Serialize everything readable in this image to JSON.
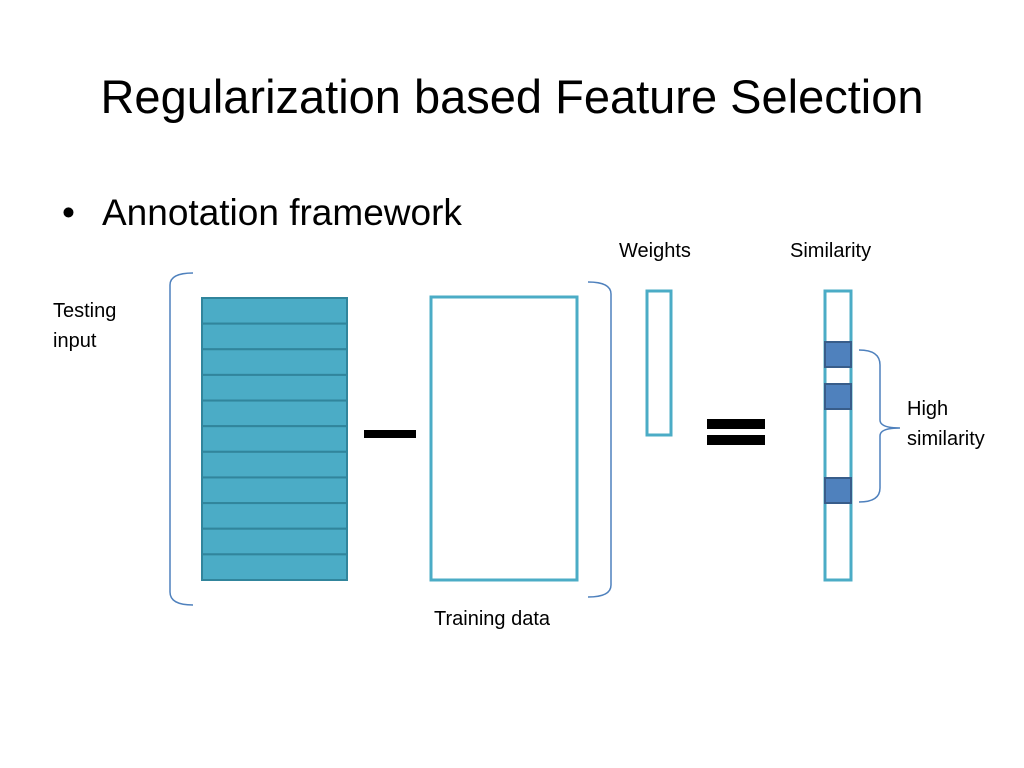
{
  "slide": {
    "title": "Regularization based Feature Selection",
    "bullet": "Annotation framework"
  },
  "diagram": {
    "testing_input_label_line1": "Testing",
    "testing_input_label_line2": "input",
    "training_data_label": "Training data",
    "weights_label": "Weights",
    "similarity_label": "Similarity",
    "high_similarity_line1": "High",
    "high_similarity_line2": "similarity",
    "testing_input_rows": 11,
    "highlighted_similarity_cells": 3,
    "colors": {
      "testing_fill": "#4bacc6",
      "testing_stroke": "#31859c",
      "outline": "#4bacc6",
      "highlight_fill": "#4f81bd",
      "highlight_stroke": "#385d8a",
      "brace": "#4f81bd",
      "operator": "#000000"
    }
  }
}
